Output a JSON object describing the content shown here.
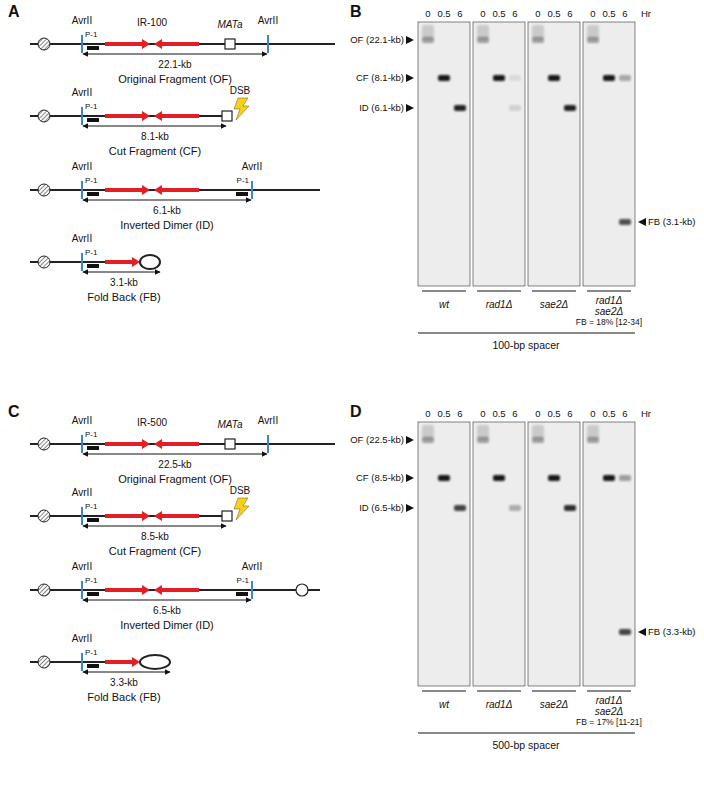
{
  "diagram": {
    "labels": [
      "A",
      "AvrII",
      "IR-100",
      "MATa",
      "AvrII",
      "P-1",
      "22.1-kb",
      "Original Fragment (OF)",
      "AvrII",
      "P-1",
      "DSB",
      "8.1-kb",
      "Cut Fragment (CF)",
      "AvrII",
      "P-1",
      "AvrII",
      "P-1",
      "6.1-kb",
      "Inverted Dimer (ID)",
      "AvrII",
      "P-1",
      "3.1-kb",
      "Fold Back (FB)",
      "B",
      "0",
      "0.5",
      "6",
      "0",
      "0.5",
      "6",
      "0",
      "0.5",
      "6",
      "0",
      "0.5",
      "6",
      "Hr",
      "OF (22.1-kb)",
      "CF (8.1-kb)",
      "ID (6.1-kb)",
      "FB (3.1-kb)",
      "wt",
      "rad1Δ",
      "sae2Δ",
      "rad1Δ sae2Δ",
      "FB = 18% [12-34]",
      "100-bp spacer",
      "C",
      "AvrII",
      "IR-500",
      "MATa",
      "AvrII",
      "P-1",
      "22.5-kb",
      "Original Fragment (OF)",
      "AvrII",
      "P-1",
      "DSB",
      "8.5-kb",
      "Cut Fragment (CF)",
      "AvrII",
      "P-1",
      "AvrII",
      "P-1",
      "6.5-kb",
      "Inverted Dimer (ID)",
      "AvrII",
      "P-1",
      "3.3-kb",
      "Fold Back (FB)",
      "D",
      "0",
      "0.5",
      "6",
      "0",
      "0.5",
      "6",
      "0",
      "0.5",
      "6",
      "0",
      "0.5",
      "6",
      "Hr",
      "OF (22.5-kb)",
      "CF (8.5-kb)",
      "ID (6.5-kb)",
      "FB (3.3-kb)",
      "wt",
      "rad1Δ",
      "sae2Δ",
      "rad1Δ sae2Δ",
      "FB = 17% [11-21]",
      "500-bp spacer"
    ]
  }
}
